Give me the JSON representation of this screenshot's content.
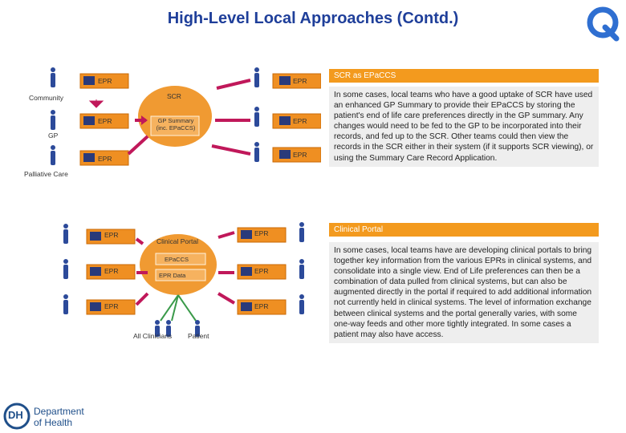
{
  "title": "High-Level Local Approaches (Contd.)",
  "icons": {
    "logo": "q-logo-icon",
    "dh": "department-of-health-logo",
    "person": "person-icon",
    "monitor": "computer-monitor-icon",
    "arrow": "arrow-icon"
  },
  "colors": {
    "title": "#1f3f9a",
    "accent": "#f39a1e",
    "panel_bg": "#eeeeee"
  },
  "top_diagram": {
    "epr": "EPR",
    "scr": "SCR",
    "gp_summary": "GP Summary (inc. EPaCCS)",
    "community": "Community",
    "gp": "GP",
    "palliative": "Palliative Care"
  },
  "bottom_diagram": {
    "epr": "EPR",
    "portal": "Clinical Portal",
    "epaccs": "EPaCCS",
    "epr_data": "EPR Data",
    "all_clinicians": "All Clinicians",
    "patient": "Patient"
  },
  "section1": {
    "header": "SCR as EPaCCS",
    "text": "In some cases, local teams who have a good uptake of SCR have used an enhanced GP Summary to provide their EPaCCS by storing the patient's end of life care preferences directly in the GP summary. Any changes would need to be fed to the GP to be incorporated into their records, and fed up to the SCR. Other teams could then view the records in the SCR either in their system (if it supports SCR viewing), or using the Summary Care Record Application."
  },
  "section2": {
    "header": "Clinical Portal",
    "text": "In some cases, local teams have are developing clinical portals to bring together key information from the various EPRs in clinical systems, and consolidate into a single view. End of Life preferences can then be a combination of data pulled from clinical systems, but can also be augmented directly in the portal if required to add additional information not currently held in clinical systems. The level of information exchange between clinical systems and the portal generally varies, with some one-way feeds and other more tightly integrated. In some cases a patient may also have access."
  },
  "footer": {
    "dh_line1": "Department",
    "dh_line2": "of Health",
    "dh_mark": "DH"
  }
}
